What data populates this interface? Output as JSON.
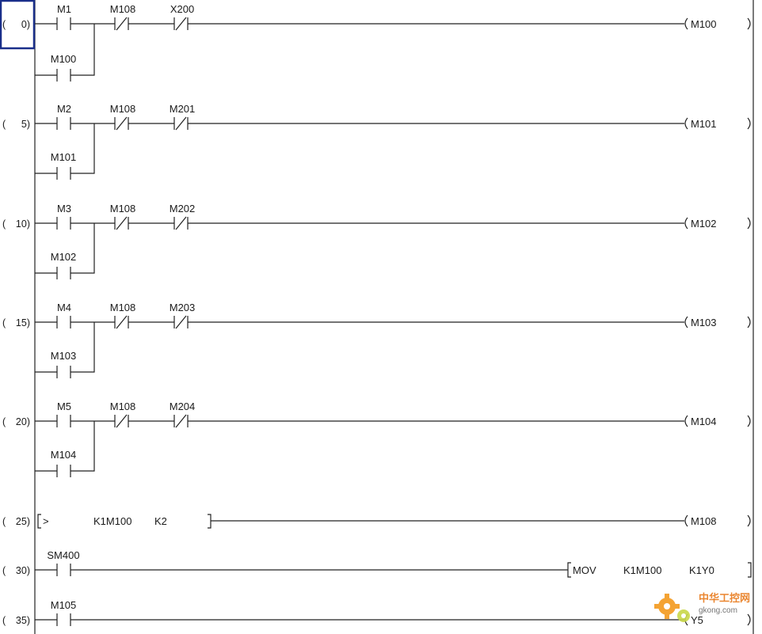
{
  "rungs": [
    {
      "step": "0",
      "contacts": [
        "M1",
        "M108",
        "X200"
      ],
      "branch": "M100",
      "coil": "M100"
    },
    {
      "step": "5",
      "contacts": [
        "M2",
        "M108",
        "M201"
      ],
      "branch": "M101",
      "coil": "M101"
    },
    {
      "step": "10",
      "contacts": [
        "M3",
        "M108",
        "M202"
      ],
      "branch": "M102",
      "coil": "M102"
    },
    {
      "step": "15",
      "contacts": [
        "M4",
        "M108",
        "M203"
      ],
      "branch": "M103",
      "coil": "M103"
    },
    {
      "step": "20",
      "contacts": [
        "M5",
        "M108",
        "M204"
      ],
      "branch": "M104",
      "coil": "M104"
    },
    {
      "step": "25",
      "compare": {
        "op": ">",
        "s1": "K1M100",
        "s2": "K2"
      },
      "coil": "M108"
    },
    {
      "step": "30",
      "contact": "SM400",
      "instruction": {
        "op": "MOV",
        "src": "K1M100",
        "dst": "K1Y0"
      }
    },
    {
      "step": "35",
      "contact": "M105",
      "coil": "Y5"
    }
  ],
  "watermark": {
    "text": "中华工控网",
    "url": "gkong.com",
    "colors": {
      "gear": "#f39a1e",
      "text": "#e8791a"
    }
  },
  "cursor_color": "#1a2f8a"
}
